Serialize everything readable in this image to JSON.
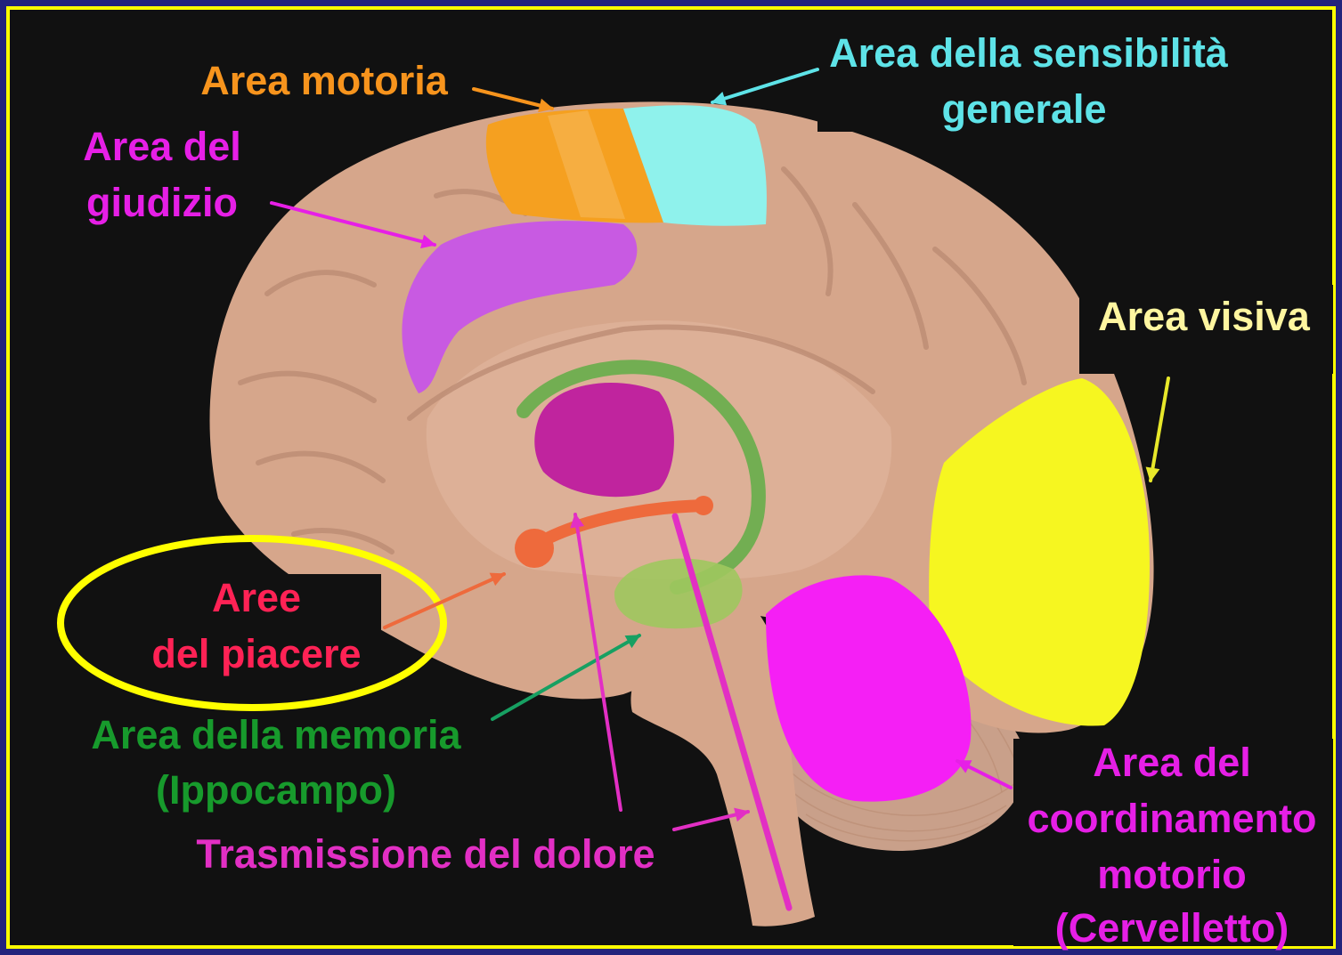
{
  "labels": {
    "motor": "Area motoria",
    "sensory": [
      "Area della sensibilità",
      "generale"
    ],
    "judgment": [
      "Area del",
      "giudizio"
    ],
    "visual": "Area visiva",
    "pleasure": [
      "Aree",
      "del piacere"
    ],
    "memory": [
      "Area della memoria",
      "(Ippocampo)"
    ],
    "pain": "Trasmissione del dolore",
    "coordination": [
      "Area del",
      "coordinamento",
      "motorio",
      "(Cervelletto)"
    ]
  },
  "colors": {
    "background": "#111111",
    "frame": "#23237c",
    "frame_line": "#ffff00",
    "brain": "#d6a68b",
    "brain_inner": "#ddb097",
    "brain_fold": "#b98a72",
    "cerebellum": "#c9a08a",
    "motor": "#f7941d",
    "motor_region": "#f5a020",
    "sensory": "#5ee3e8",
    "sensory_region": "#8ff2ec",
    "judgment": "#e61fe6",
    "judgment_region": "#c85ae2",
    "visual": "#fff6a0",
    "visual_region": "#f6f620",
    "visual_arrow": "#e8e82a",
    "pleasure": "#ff2255",
    "pleasure_region": "#ee6a3c",
    "memory": "#179a2c",
    "memory_region": "#9ec85e",
    "memory_arrow": "#17a062",
    "fornix": "#5fae45",
    "pain": "#e22fc4",
    "coordination": "#e61fe6",
    "coordination_region": "#f51ff5",
    "thalamus": "#c0249e",
    "highlight": "#ffff00"
  }
}
